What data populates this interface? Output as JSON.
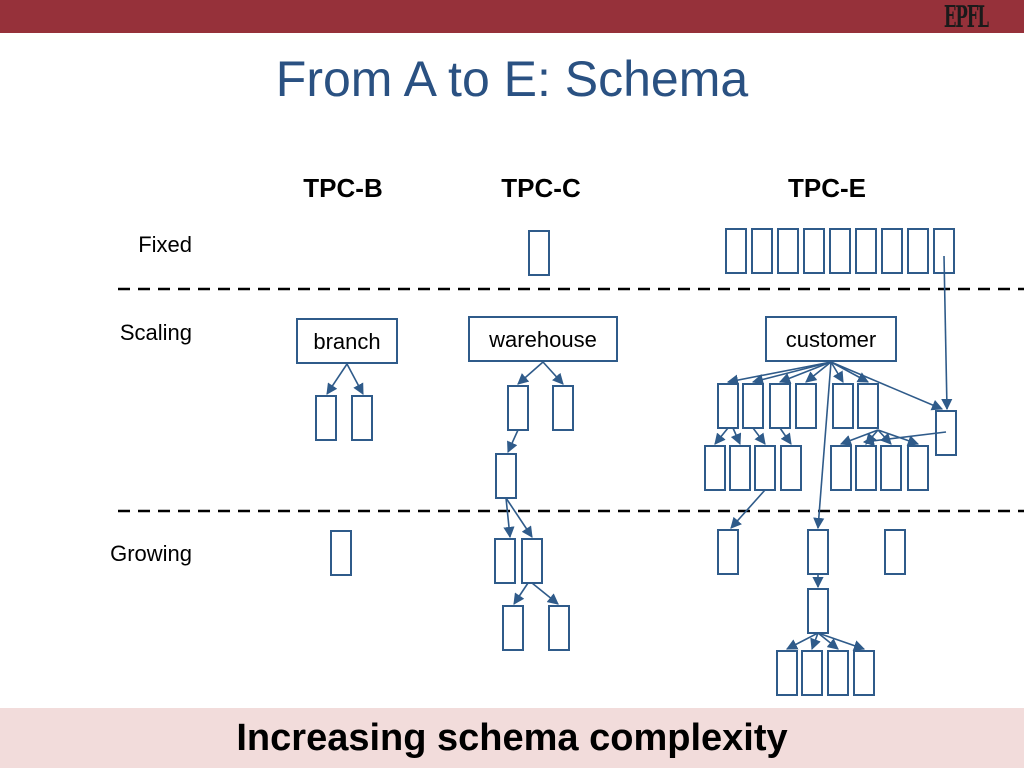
{
  "title": "From A to E: Schema",
  "logo_text": "EPFL",
  "columns": [
    "TPC-B",
    "TPC-C",
    "TPC-E"
  ],
  "rows": [
    "Fixed",
    "Scaling",
    "Growing"
  ],
  "tables": {
    "branch": "branch",
    "warehouse": "warehouse",
    "customer": "customer"
  },
  "footer": "Increasing schema complexity",
  "colors": {
    "top_bar": "#96313a",
    "title": "#2a5182",
    "diagram": "#2f5b8a",
    "footer_band": "#f2dcdb"
  }
}
